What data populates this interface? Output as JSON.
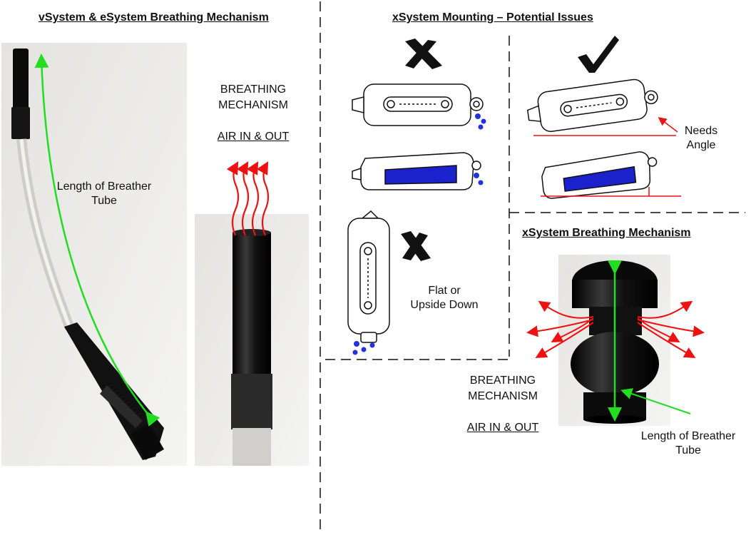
{
  "left_panel": {
    "title": "vSystem & eSystem Breathing Mechanism",
    "tube_label": "Length of Breather\nTube",
    "breathing_line1": "BREATHING",
    "breathing_line2": "MECHANISM",
    "air_label": "AIR IN & OUT"
  },
  "right_top": {
    "title": "xSystem Mounting – Potential Issues",
    "needs_angle": "Needs\nAngle",
    "flat_label": "Flat or\nUpside Down"
  },
  "right_bottom": {
    "title": "xSystem Breathing Mechanism",
    "breathing_line1": "BREATHING",
    "breathing_line2": "MECHANISM",
    "air_label": "AIR IN & OUT",
    "tube_label": "Length of Breather\nTube"
  },
  "colors": {
    "green": "#22dd22",
    "red": "#ee1111",
    "blue": "#1b22cc",
    "drop": "#2233dd"
  }
}
